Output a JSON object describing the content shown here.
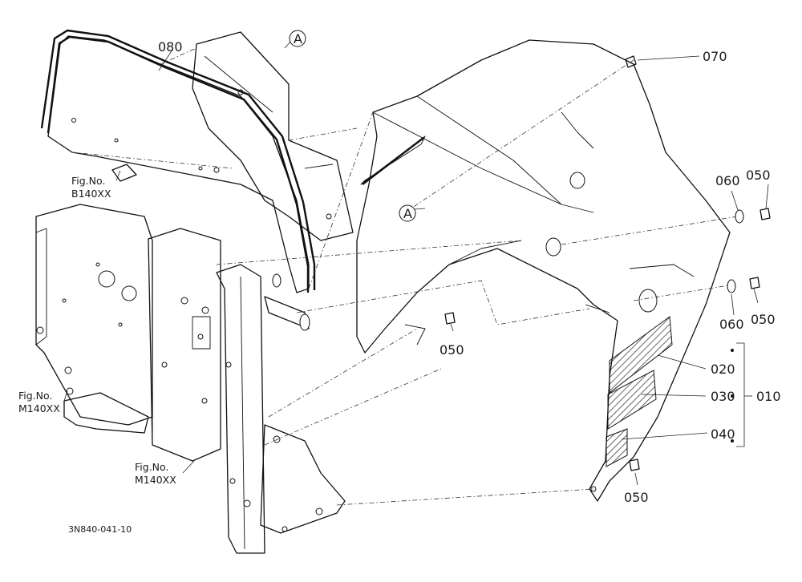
{
  "part_numbers": {
    "p010": "010",
    "p020": "020",
    "p030": "030",
    "p040": "040",
    "p050a": "050",
    "p050b": "050",
    "p050c": "050",
    "p050d": "050",
    "p060a": "060",
    "p060b": "060",
    "p070": "070",
    "p080": "080"
  },
  "callouts": {
    "marker_top": "A",
    "marker_cover": "A"
  },
  "figure_refs": {
    "b140": {
      "line1": "Fig.No.",
      "line2": "B140XX"
    },
    "m140_left": {
      "line1": "Fig.No.",
      "line2": "M140XX"
    },
    "m140_bottom": {
      "line1": "Fig.No.",
      "line2": "M140XX"
    }
  },
  "drawing_code": "3N840-041-10"
}
